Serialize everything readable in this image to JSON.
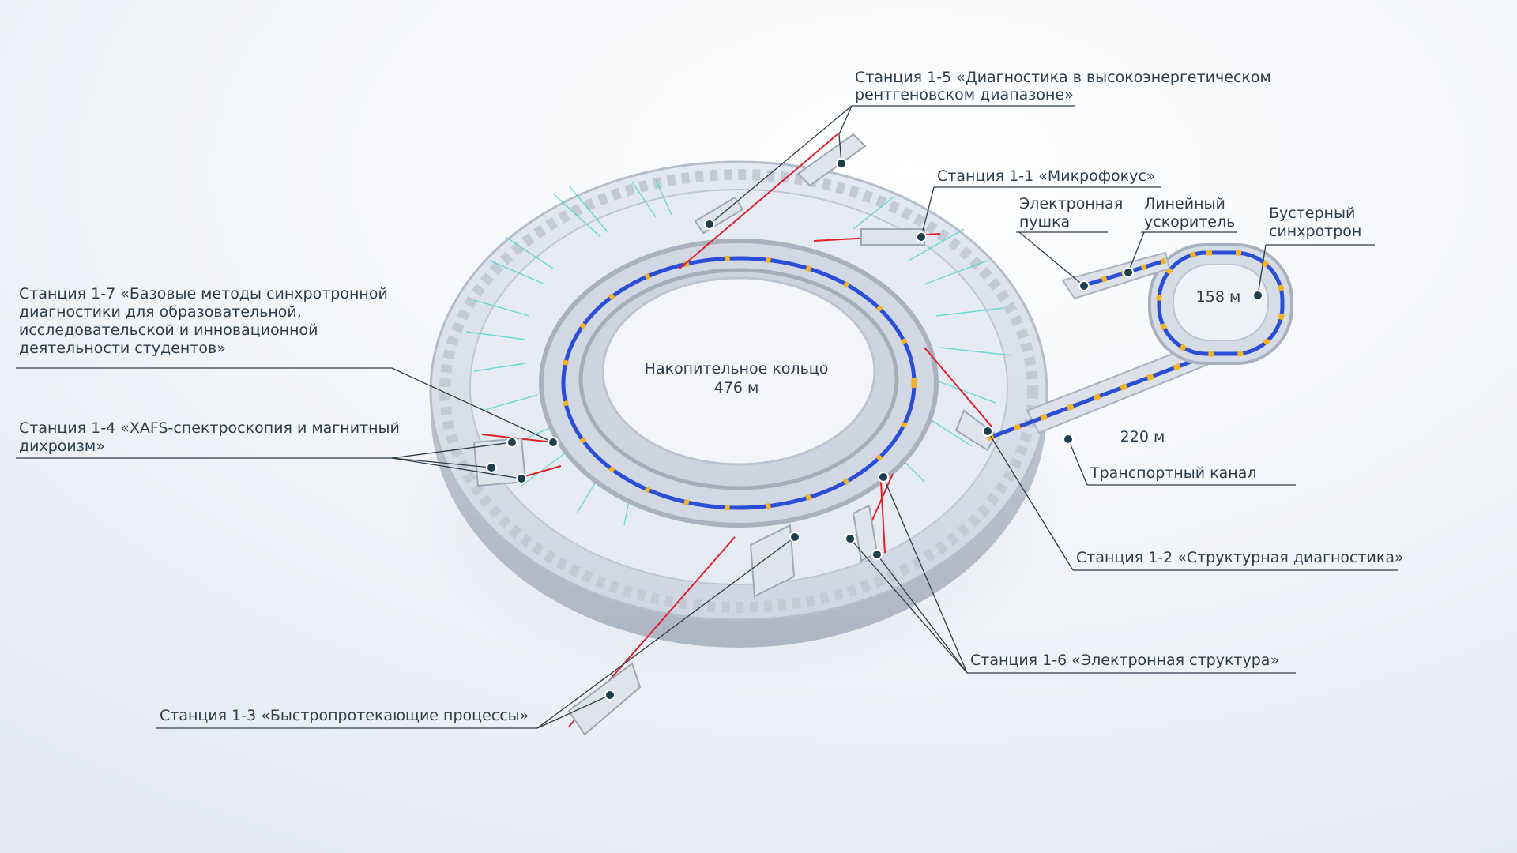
{
  "diagram": {
    "ring_label": "Накопительное кольцо",
    "ring_length": "476 м",
    "booster_length": "158 м",
    "transport_length": "220 м",
    "labels": {
      "st15_l1": "Станция 1-5  «Диагностика в высокоэнергетическом",
      "st15_l2": "рентгеновском диапазоне»",
      "st11": "Станция 1-1 «Микрофокус»",
      "gun_l1": "Электронная",
      "gun_l2": "пушка",
      "linac_l1": "Линейный",
      "linac_l2": "ускоритель",
      "booster_l1": "Бустерный",
      "booster_l2": "синхротрон",
      "st17_l1": "Станция 1-7 «Базовые методы синхротронной",
      "st17_l2": "диагностики для образовательной,",
      "st17_l3": "исследовательской и инновационной",
      "st17_l4": "деятельности студентов»",
      "st14_l1": "Станция 1-4 «XAFS-спектроскопия и магнитный",
      "st14_l2": "дихроизм»",
      "transport": "Транспортный канал",
      "st12": "Станция 1-2 «Структурная диагностика»",
      "st16": "Станция 1-6 «Электронная структура»",
      "st13": "Станция 1-3 «Быстропротекающие процессы»"
    },
    "colors": {
      "beam": "#2a4fd6",
      "beamline": "#e0202a",
      "radiation": "#3fd6c6",
      "magnet": "#f0b428",
      "concrete": "#d5dbe6",
      "text": "#2e3d4d"
    }
  }
}
